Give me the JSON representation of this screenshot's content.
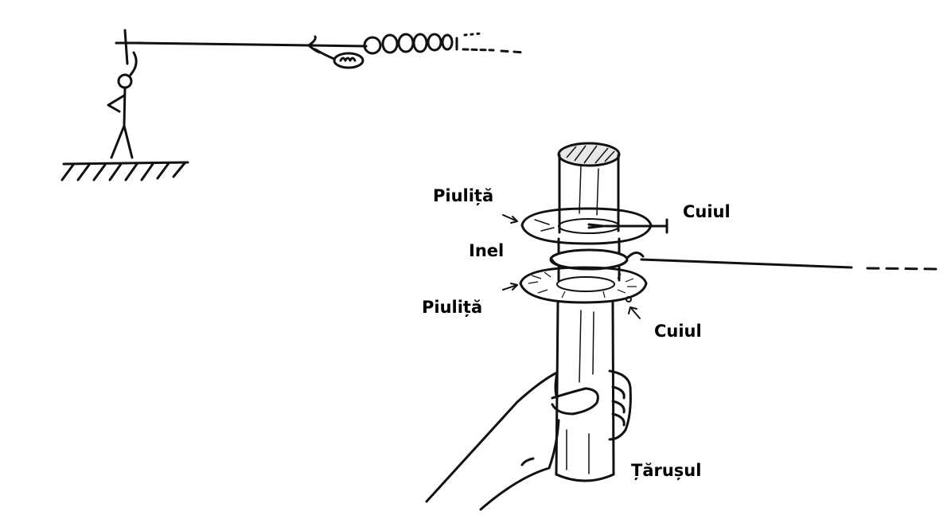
{
  "labels": {
    "piulita_top": "Piuliță",
    "cuiul_top": "Cuiul",
    "inel": "Inel",
    "piulita_bottom": "Piuliță",
    "cuiul_bottom": "Cuiul",
    "tarusul": "Țărușul"
  },
  "colors": {
    "ink": "#111111",
    "background": "#ffffff"
  },
  "icons": [
    "stick-figure-icon",
    "ground-hatch-icon",
    "yoyo-coil-icon",
    "hand-icon",
    "stake-icon"
  ]
}
